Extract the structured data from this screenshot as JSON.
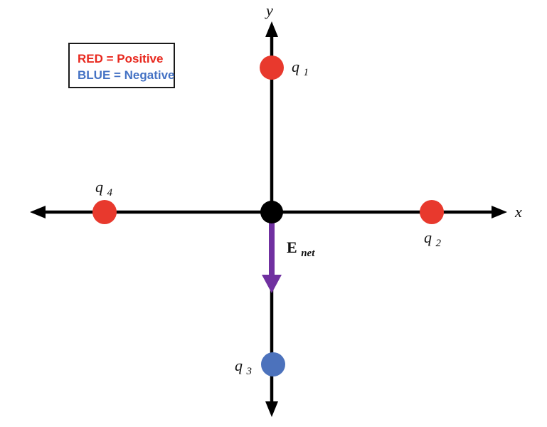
{
  "canvas": {
    "background": "#ffffff"
  },
  "legend": {
    "lines": [
      {
        "text": "RED = Positive",
        "color": "#E8281E"
      },
      {
        "text": "BLUE = Negative",
        "color": "#4472C4"
      }
    ],
    "border_color": "#1a1a1a"
  },
  "axes": {
    "x_label": "x",
    "y_label": "y",
    "color": "#000000"
  },
  "origin": {
    "dot_color": "#000000"
  },
  "charges": [
    {
      "id": "q1",
      "base": "q",
      "sub": "1",
      "sign": "positive",
      "color": "#E8392D",
      "position": "+y axis"
    },
    {
      "id": "q2",
      "base": "q",
      "sub": "2",
      "sign": "positive",
      "color": "#E8392D",
      "position": "+x axis"
    },
    {
      "id": "q3",
      "base": "q",
      "sub": "3",
      "sign": "negative",
      "color": "#4C72BC",
      "position": "-y axis"
    },
    {
      "id": "q4",
      "base": "q",
      "sub": "4",
      "sign": "positive",
      "color": "#E8392D",
      "position": "-x axis"
    }
  ],
  "net_field": {
    "base": "E",
    "sub": "net",
    "color": "#7030A0",
    "direction": "down (-y)"
  }
}
